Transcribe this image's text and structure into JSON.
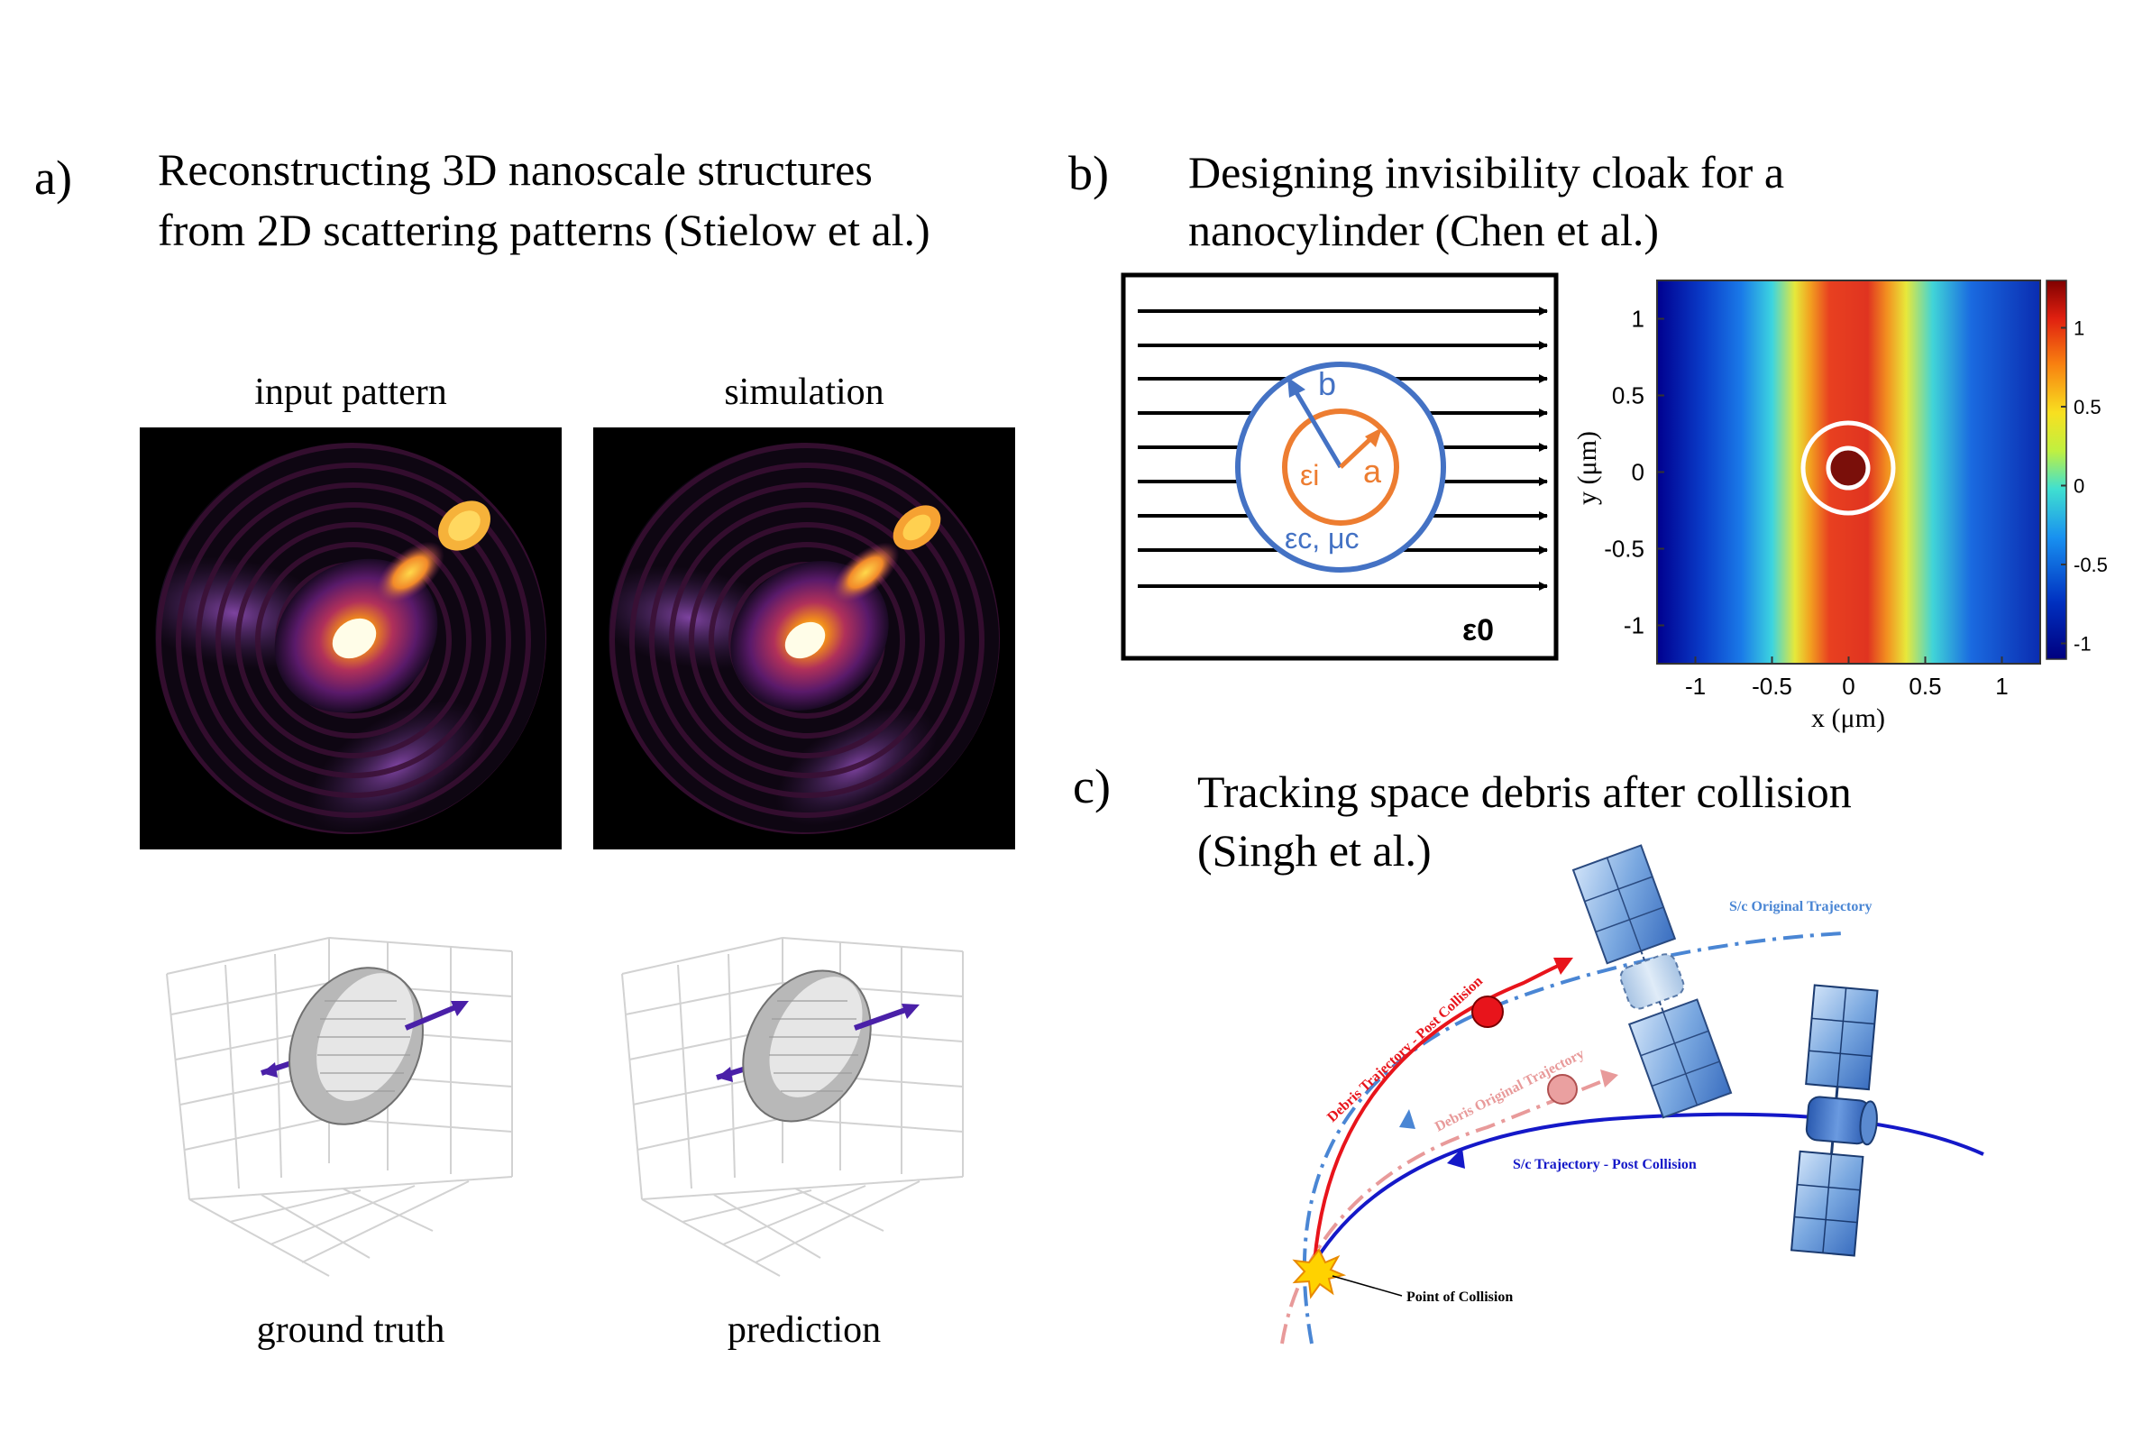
{
  "panel_a": {
    "label": "a)",
    "title_line1": "Reconstructing 3D nanoscale structures",
    "title_line2": "from 2D scattering patterns (Stielow et al.)",
    "input_label": "input pattern",
    "simulation_label": "simulation",
    "ground_truth_label": "ground truth",
    "prediction_label": "prediction"
  },
  "panel_b": {
    "label": "b)",
    "title_line1": "Designing invisibility cloak for a",
    "title_line2": "nanocylinder (Chen et al.)",
    "label_b": "b",
    "label_a": "a",
    "eps_i": "εi",
    "eps_c_mu_c": "εc, μc",
    "eps_0": "ε0",
    "heatmap": {
      "xlabel": "x (μm)",
      "ylabel": "y (μm)",
      "x_ticks": [
        "-1",
        "-0.5",
        "0",
        "0.5",
        "1"
      ],
      "y_ticks": [
        "1",
        "0.5",
        "0",
        "-0.5",
        "-1"
      ],
      "colorbar_ticks": [
        "1",
        "0.5",
        "0",
        "-0.5",
        "-1"
      ],
      "xlim": [
        -1.25,
        1.25
      ],
      "ylim": [
        -1.25,
        1.25
      ],
      "clim": [
        -1.1,
        1.3
      ]
    }
  },
  "panel_c": {
    "label": "c)",
    "title_line1": "Tracking space debris after collision",
    "title_line2": "(Singh et al.)",
    "sc_original": "S/c Original Trajectory",
    "debris_post": "Debris Trajectory - Post Collision",
    "debris_original": "Debris Original Trajectory",
    "sc_post": "S/c Trajectory - Post Collision",
    "point_collision": "Point of Collision"
  },
  "colors": {
    "cloak_blue": "#4472c4",
    "cloak_orange": "#ed7d31",
    "debris_red": "#e8141b",
    "sc_blue": "#1418c8",
    "sc_original": "#4a86d4",
    "debris_original": "#e89a9a"
  }
}
